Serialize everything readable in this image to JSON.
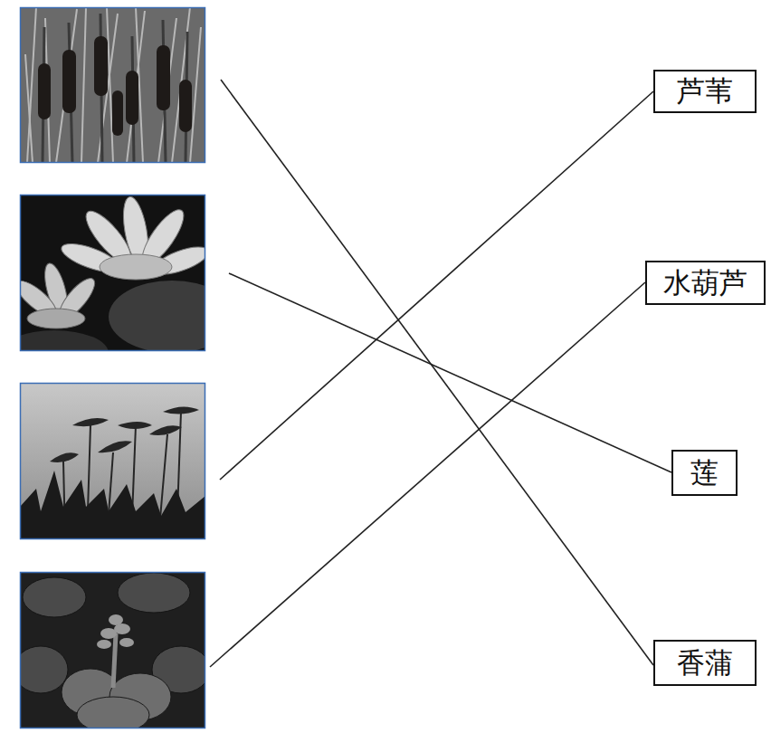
{
  "diagram": {
    "nodes": [
      {
        "text": [
          "芦苇"
        ]
      },
      {
        "text": [
          "水葫芦"
        ]
      },
      {
        "text": [
          "莲"
        ]
      },
      {
        "text": [
          "香蒲"
        ]
      }
    ]
  }
}
